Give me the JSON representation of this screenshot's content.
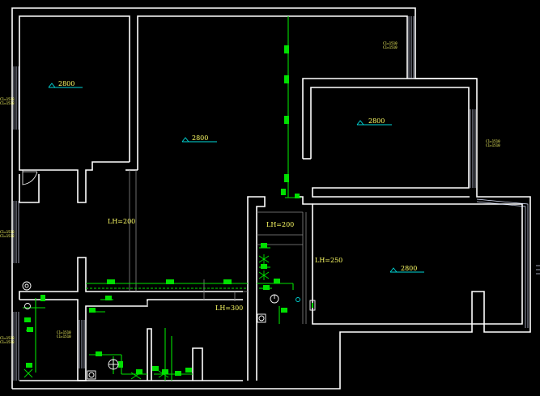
{
  "elevations": {
    "room_top_left": "2800",
    "room_center": "2800",
    "room_right_upper": "2800",
    "room_right_lower": "2800"
  },
  "pipe_heights": {
    "corridor": "LH=200",
    "utility": "LH=200",
    "bedroom": "LH=250",
    "bathroom": "LH=300"
  },
  "window_tags": {
    "top_right_a": "C1=1510",
    "top_right_b": "C1=1510",
    "right_a": "C1=1510",
    "right_b": "C1=1510",
    "left_a": "C1=1510",
    "left_b": "C1=1510",
    "left_mid_a": "C1=1510",
    "left_mid_b": "C1=1510",
    "bottom_left_a": "C1=1510",
    "bottom_left_b": "C1=1510",
    "bath_a": "C1=1510",
    "bath_b": "C1=1510"
  },
  "colors": {
    "background": "#000000",
    "walls": "#ffffff",
    "pipes": "#00e000",
    "labels": "#ffff66",
    "accent_symbol": "#00d8d8"
  }
}
